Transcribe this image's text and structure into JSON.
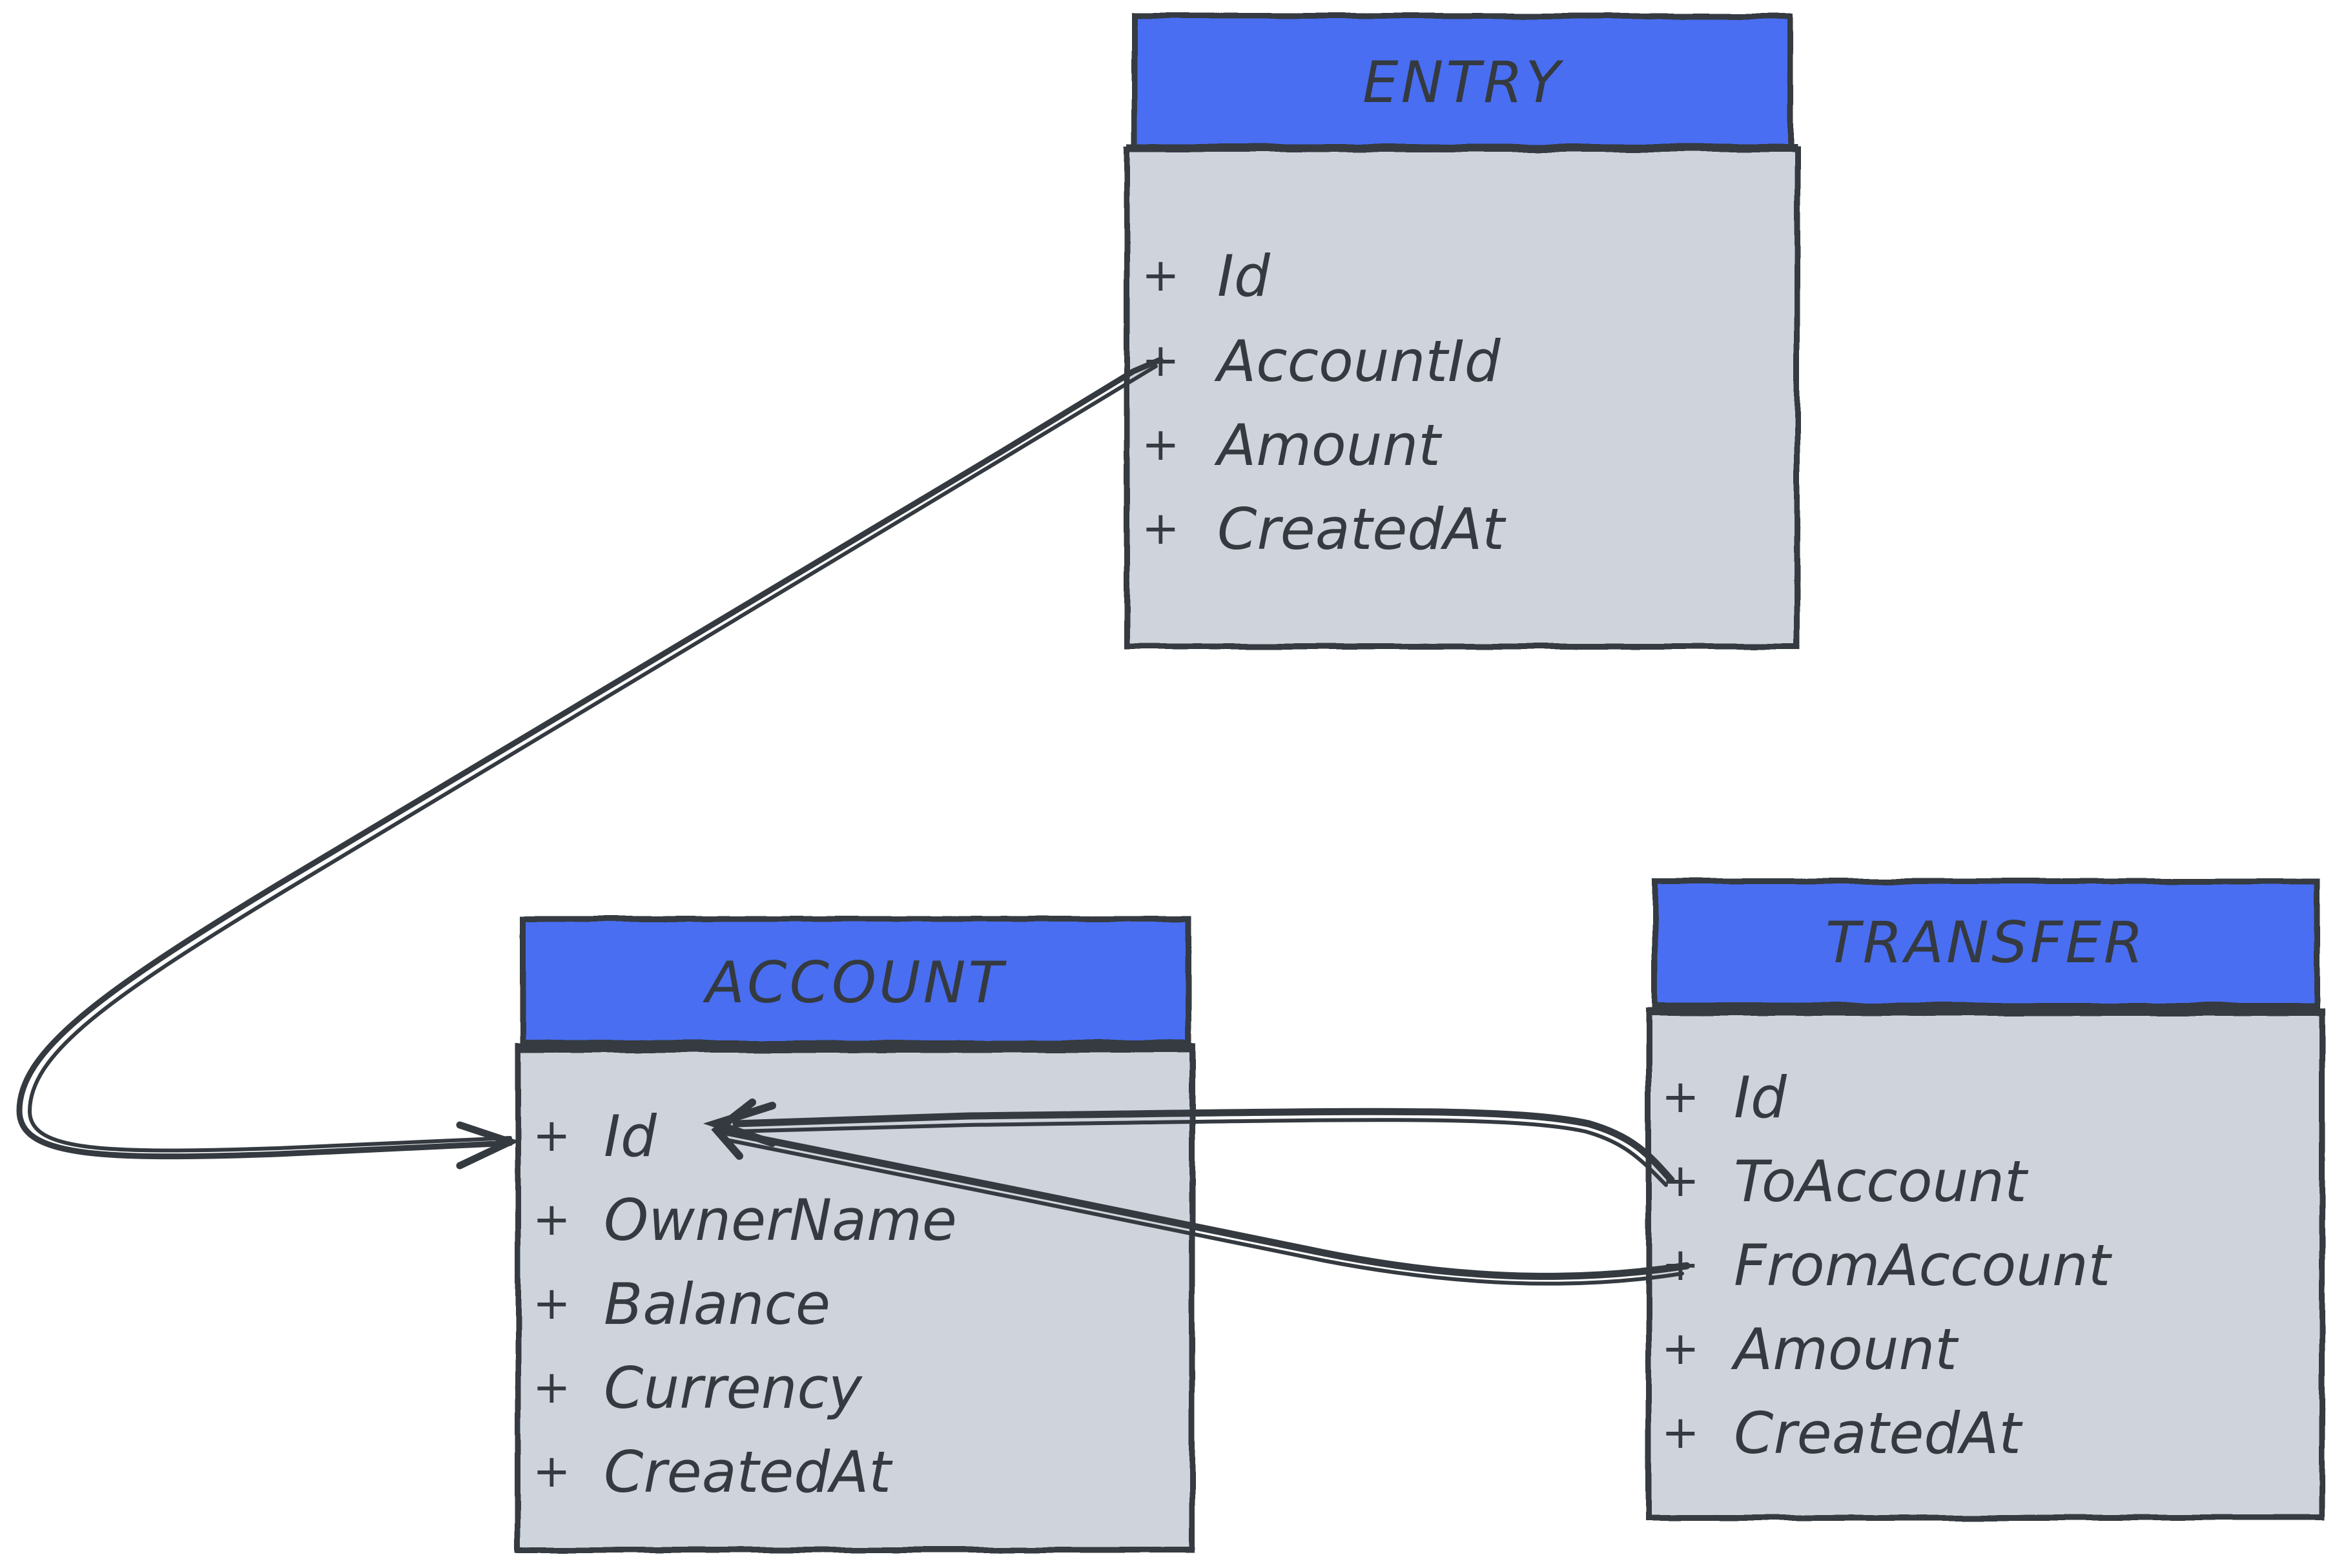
{
  "colors": {
    "header": "#4a6ef2",
    "body": "#cfd4dc",
    "stroke": "#343a40",
    "text": "#343a40",
    "background": "#ffffff"
  },
  "entities": {
    "entry": {
      "name": "ENTRY",
      "attributes": [
        {
          "prefix": "+",
          "name": "Id"
        },
        {
          "prefix": "+",
          "name": "AccountId"
        },
        {
          "prefix": "+",
          "name": "Amount"
        },
        {
          "prefix": "+",
          "name": "CreatedAt"
        }
      ]
    },
    "account": {
      "name": "ACCOUNT",
      "attributes": [
        {
          "prefix": "+",
          "name": "Id"
        },
        {
          "prefix": "+",
          "name": "OwnerName"
        },
        {
          "prefix": "+",
          "name": "Balance"
        },
        {
          "prefix": "+",
          "name": "Currency"
        },
        {
          "prefix": "+",
          "name": "CreatedAt"
        }
      ]
    },
    "transfer": {
      "name": "TRANSFER",
      "attributes": [
        {
          "prefix": "+",
          "name": "Id"
        },
        {
          "prefix": "+",
          "name": "ToAccount"
        },
        {
          "prefix": "+",
          "name": "FromAccount"
        },
        {
          "prefix": "+",
          "name": "Amount"
        },
        {
          "prefix": "+",
          "name": "CreatedAt"
        }
      ]
    }
  },
  "relations": [
    {
      "from": "entry.AccountId",
      "to": "account.Id"
    },
    {
      "from": "transfer.ToAccount",
      "to": "account.Id"
    },
    {
      "from": "transfer.FromAccount",
      "to": "account.Id"
    }
  ]
}
